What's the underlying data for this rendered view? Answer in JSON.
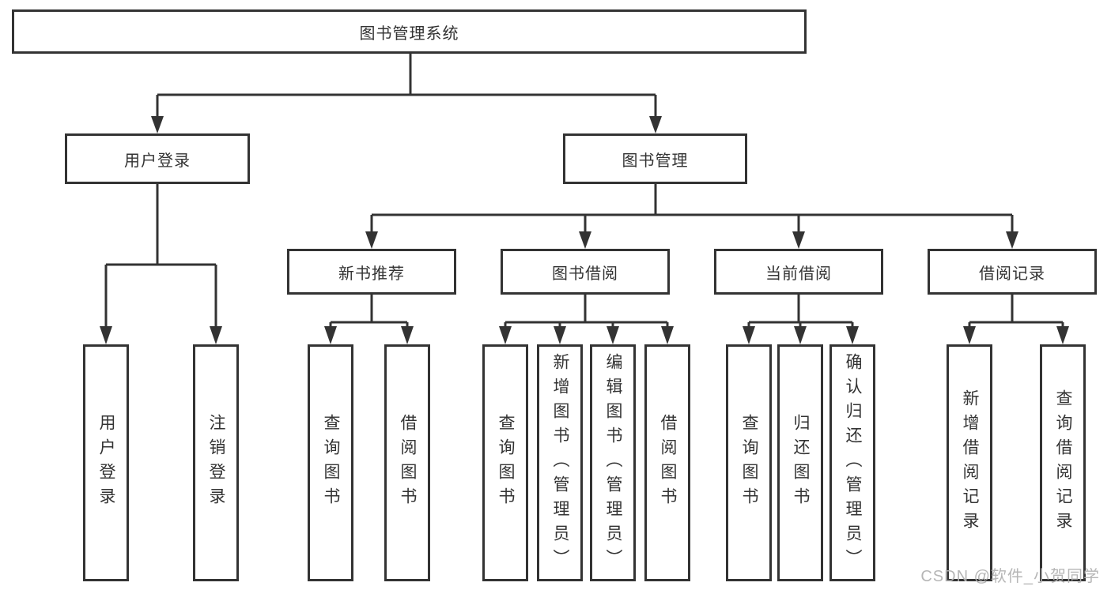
{
  "diagram": {
    "root": {
      "label": "图书管理系统"
    },
    "branches": [
      {
        "label": "用户登录",
        "children": [
          {
            "label": "用户登录"
          },
          {
            "label": "注销登录"
          }
        ]
      },
      {
        "label": "图书管理",
        "children": [
          {
            "label": "新书推荐",
            "children": [
              {
                "label": "查询图书"
              },
              {
                "label": "借阅图书"
              }
            ]
          },
          {
            "label": "图书借阅",
            "children": [
              {
                "label": "查询图书"
              },
              {
                "label": "新增图书（管理员）"
              },
              {
                "label": "编辑图书（管理员）"
              },
              {
                "label": "借阅图书"
              }
            ]
          },
          {
            "label": "当前借阅",
            "children": [
              {
                "label": "查询图书"
              },
              {
                "label": "归还图书"
              },
              {
                "label": "确认归还（管理员）"
              }
            ]
          },
          {
            "label": "借阅记录",
            "children": [
              {
                "label": "新增借阅记录"
              },
              {
                "label": "查询借阅记录"
              }
            ]
          }
        ]
      }
    ]
  },
  "watermark": {
    "text": "CSDN @软件_小贺同学"
  },
  "colors": {
    "line": "#333333",
    "box_border": "#333333",
    "text": "#333333",
    "watermark": "#b2b2b2",
    "background": "#ffffff"
  }
}
